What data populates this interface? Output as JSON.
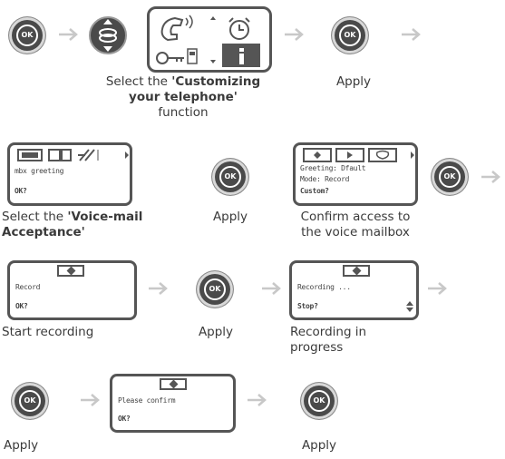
{
  "ok_label": "OK",
  "row1": {
    "caption_select_pre": "Select the ",
    "caption_select_bold": "'Customizing your telephone'",
    "caption_select_post": "function",
    "caption_apply": "Apply"
  },
  "row2": {
    "screen1": {
      "line1": "mbx greeting",
      "prompt": "OK?"
    },
    "caption1_pre": "Select the ",
    "caption1_bold": "'Voice-mail Acceptance'",
    "caption_apply": "Apply",
    "screen2": {
      "line1": "Greeting: Dfault",
      "line2": "Mode: Record",
      "prompt": "Custom?"
    },
    "caption3": "Confirm access to the voice mailbox"
  },
  "row3": {
    "screen1": {
      "line1": "Record",
      "prompt": "OK?"
    },
    "caption1": "Start recording",
    "caption_apply": "Apply",
    "screen2": {
      "line1": "Recording ...",
      "prompt": "Stop?"
    },
    "caption3": "Recording in progress"
  },
  "row4": {
    "screen": {
      "line1": "Please confirm",
      "prompt": "OK?"
    },
    "caption_apply_left": "Apply",
    "caption_apply_right": "Apply"
  },
  "colors": {
    "key_dark": "#4a4a4a",
    "arrow": "#c8c8c8",
    "text": "#3a3a3a"
  }
}
